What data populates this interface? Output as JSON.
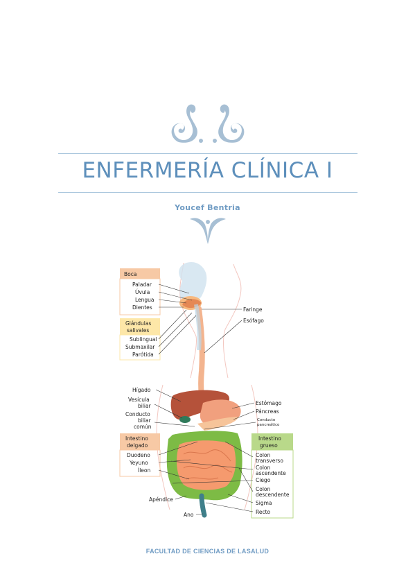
{
  "cover": {
    "title": "ENFERMERÍA CLÍNICA I",
    "author": "Youcef Bentria",
    "footer": "FACULTAD DE CIENCIAS DE LASALUD",
    "accent": "#5d8fbb",
    "ornament_color": "#a7bfd4"
  },
  "diagram": {
    "boca": {
      "header": "Boca",
      "items": [
        "Paladar",
        "Úvula",
        "Lengua",
        "Dientes"
      ]
    },
    "glandulas": {
      "header_line1": "Glándulas",
      "header_line2": "salivales",
      "items": [
        "Sublingual",
        "Submaxilar",
        "Parótida"
      ]
    },
    "right_top": [
      "Faringe",
      "Esófago"
    ],
    "left_mid": {
      "higado": "Hígado",
      "vesicula1": "Vesícula",
      "vesicula2": "biliar",
      "conducto1": "Conducto",
      "conducto2": "biliar",
      "conducto3": "común"
    },
    "right_mid": {
      "estomago": "Estómago",
      "pancreas": "Páncreas",
      "conducto1": "Conducto",
      "conducto2": "pancreático"
    },
    "intestino_delgado": {
      "header_line1": "Intestino",
      "header_line2": "delgado",
      "items": [
        "Duodeno",
        "Yeyuno",
        "Íleon"
      ]
    },
    "intestino_grueso": {
      "header_line1": "Intestino",
      "header_line2": "grueso",
      "items": [
        "Colon",
        "transverso",
        "Colon",
        "ascendente",
        "Ciego",
        "Colon",
        "descendente",
        "Sigma",
        "Recto"
      ]
    },
    "bottom": {
      "apendice": "Apéndice",
      "ano": "Ano"
    },
    "colors": {
      "boca_header": "#f7c9a5",
      "glandulas_header": "#fde7a8",
      "intestino_delgado_header": "#f7c9a5",
      "intestino_grueso_header": "#b9d98a",
      "liver": "#b5523a",
      "stomach": "#f1a07e",
      "small_intestine": "#f59a6e",
      "large_intestine": "#7dbb45",
      "esophagus": "#f3b48f",
      "gallbladder": "#2f7a5a"
    }
  }
}
